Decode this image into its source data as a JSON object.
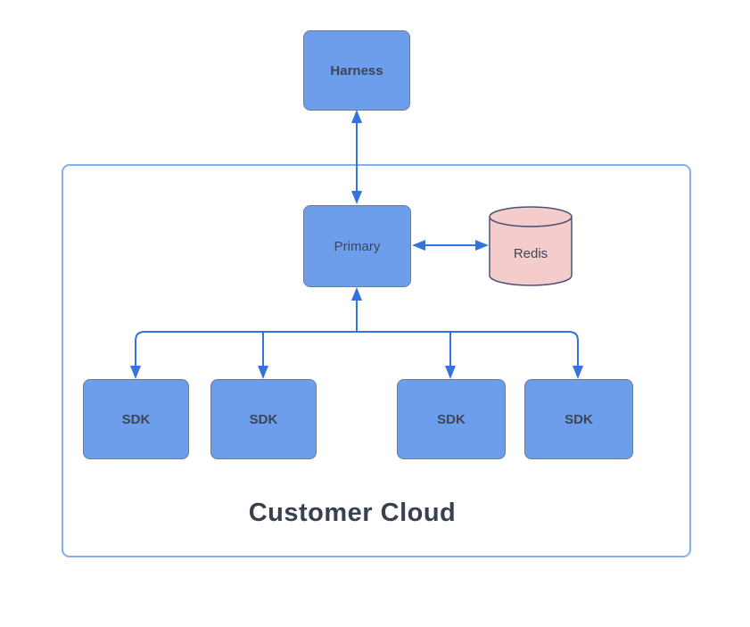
{
  "diagram": {
    "container": {
      "title": "Customer Cloud"
    },
    "nodes": {
      "harness": {
        "label": "Harness"
      },
      "primary": {
        "label": "Primary"
      },
      "redis": {
        "label": "Redis"
      },
      "sdks": [
        {
          "label": "SDK"
        },
        {
          "label": "SDK"
        },
        {
          "label": "SDK"
        },
        {
          "label": "SDK"
        }
      ]
    },
    "edges": [
      {
        "between": [
          "Harness",
          "Primary"
        ],
        "arrows": "both-ends"
      },
      {
        "between": [
          "Primary",
          "Redis"
        ],
        "arrows": "both-ends"
      },
      {
        "between": [
          "Primary",
          "SDK fan-out"
        ],
        "arrows": "up-arrow into Primary, down-arrows into each of 4 SDK nodes"
      }
    ],
    "colors": {
      "node_fill": "#6d9eeb",
      "node_border": "#707a8a",
      "node_text": "#3c4656",
      "redis_fill": "#f4cccc",
      "redis_border": "#485273",
      "arrow": "#3273de",
      "container_border": "#85adf2",
      "title_text": "#39414f"
    }
  }
}
